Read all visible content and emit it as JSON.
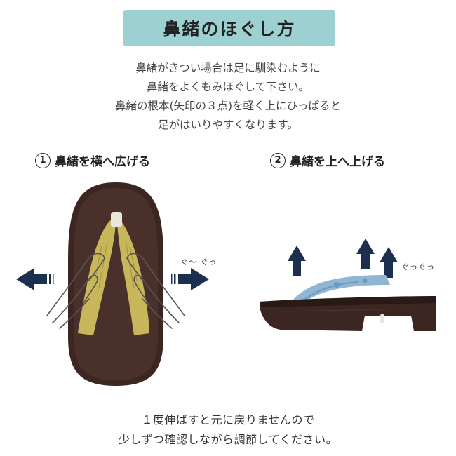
{
  "title": "鼻緒のほぐし方",
  "intro": [
    "鼻緒がきつい場合は足に馴染むように",
    "鼻緒をよくもみほぐして下さい。",
    "鼻緒の根本(矢印の３点)を軽く上にひっぱると",
    "足がはいりやすくなります。"
  ],
  "steps": [
    {
      "number": "1",
      "label": "鼻緒を横へ広げる",
      "sound": "ぐ〜 ぐっ"
    },
    {
      "number": "2",
      "label": "鼻緒を上へ上げる",
      "sound": "ぐっぐっ"
    }
  ],
  "footer": [
    "１度伸ばすと元に戻りませんので",
    "少しずつ確認しながら調節してください。"
  ],
  "colors": {
    "title_bg": "#9dd0d1",
    "arrow": "#1c2f4f",
    "wood": "#3b2622",
    "strap_yellow": "#c8b65a",
    "strap_blue": "#8fb7d3",
    "divider": "#b8dede"
  }
}
